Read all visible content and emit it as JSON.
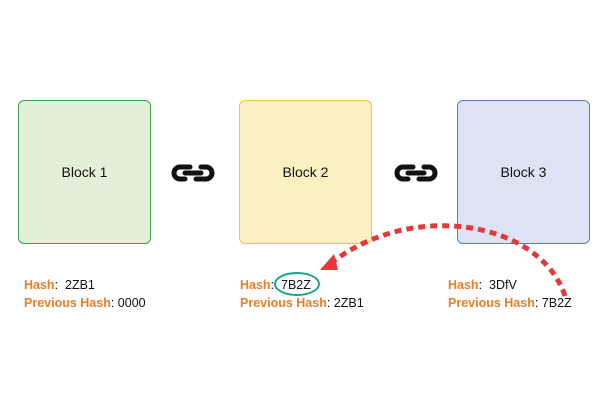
{
  "colors": {
    "key_orange": "#e97d2a",
    "block1_fill": "#e3f0d7",
    "block1_border": "#3aa54a",
    "block2_fill": "#fcefc2",
    "block2_border": "#f2c64a",
    "block3_fill": "#dbe3f4",
    "block3_border": "#5a7ec4",
    "link_icon": "#111111",
    "highlight_ring": "#1aa38c",
    "arrow": "#e23a3a"
  },
  "blocks": [
    {
      "label": "Block 1",
      "hash_key": "Hash",
      "hash_value": "2ZB1",
      "prev_key": "Previous Hash",
      "prev_value": "0000"
    },
    {
      "label": "Block 2",
      "hash_key": "Hash",
      "hash_value": "7B2Z",
      "prev_key": "Previous Hash",
      "prev_value": "2ZB1"
    },
    {
      "label": "Block 3",
      "hash_key": "Hash",
      "hash_value": "3DfV",
      "prev_key": "Previous Hash",
      "prev_value": "7B2Z"
    }
  ],
  "icons": {
    "chain_link": "link-chain-icon"
  }
}
